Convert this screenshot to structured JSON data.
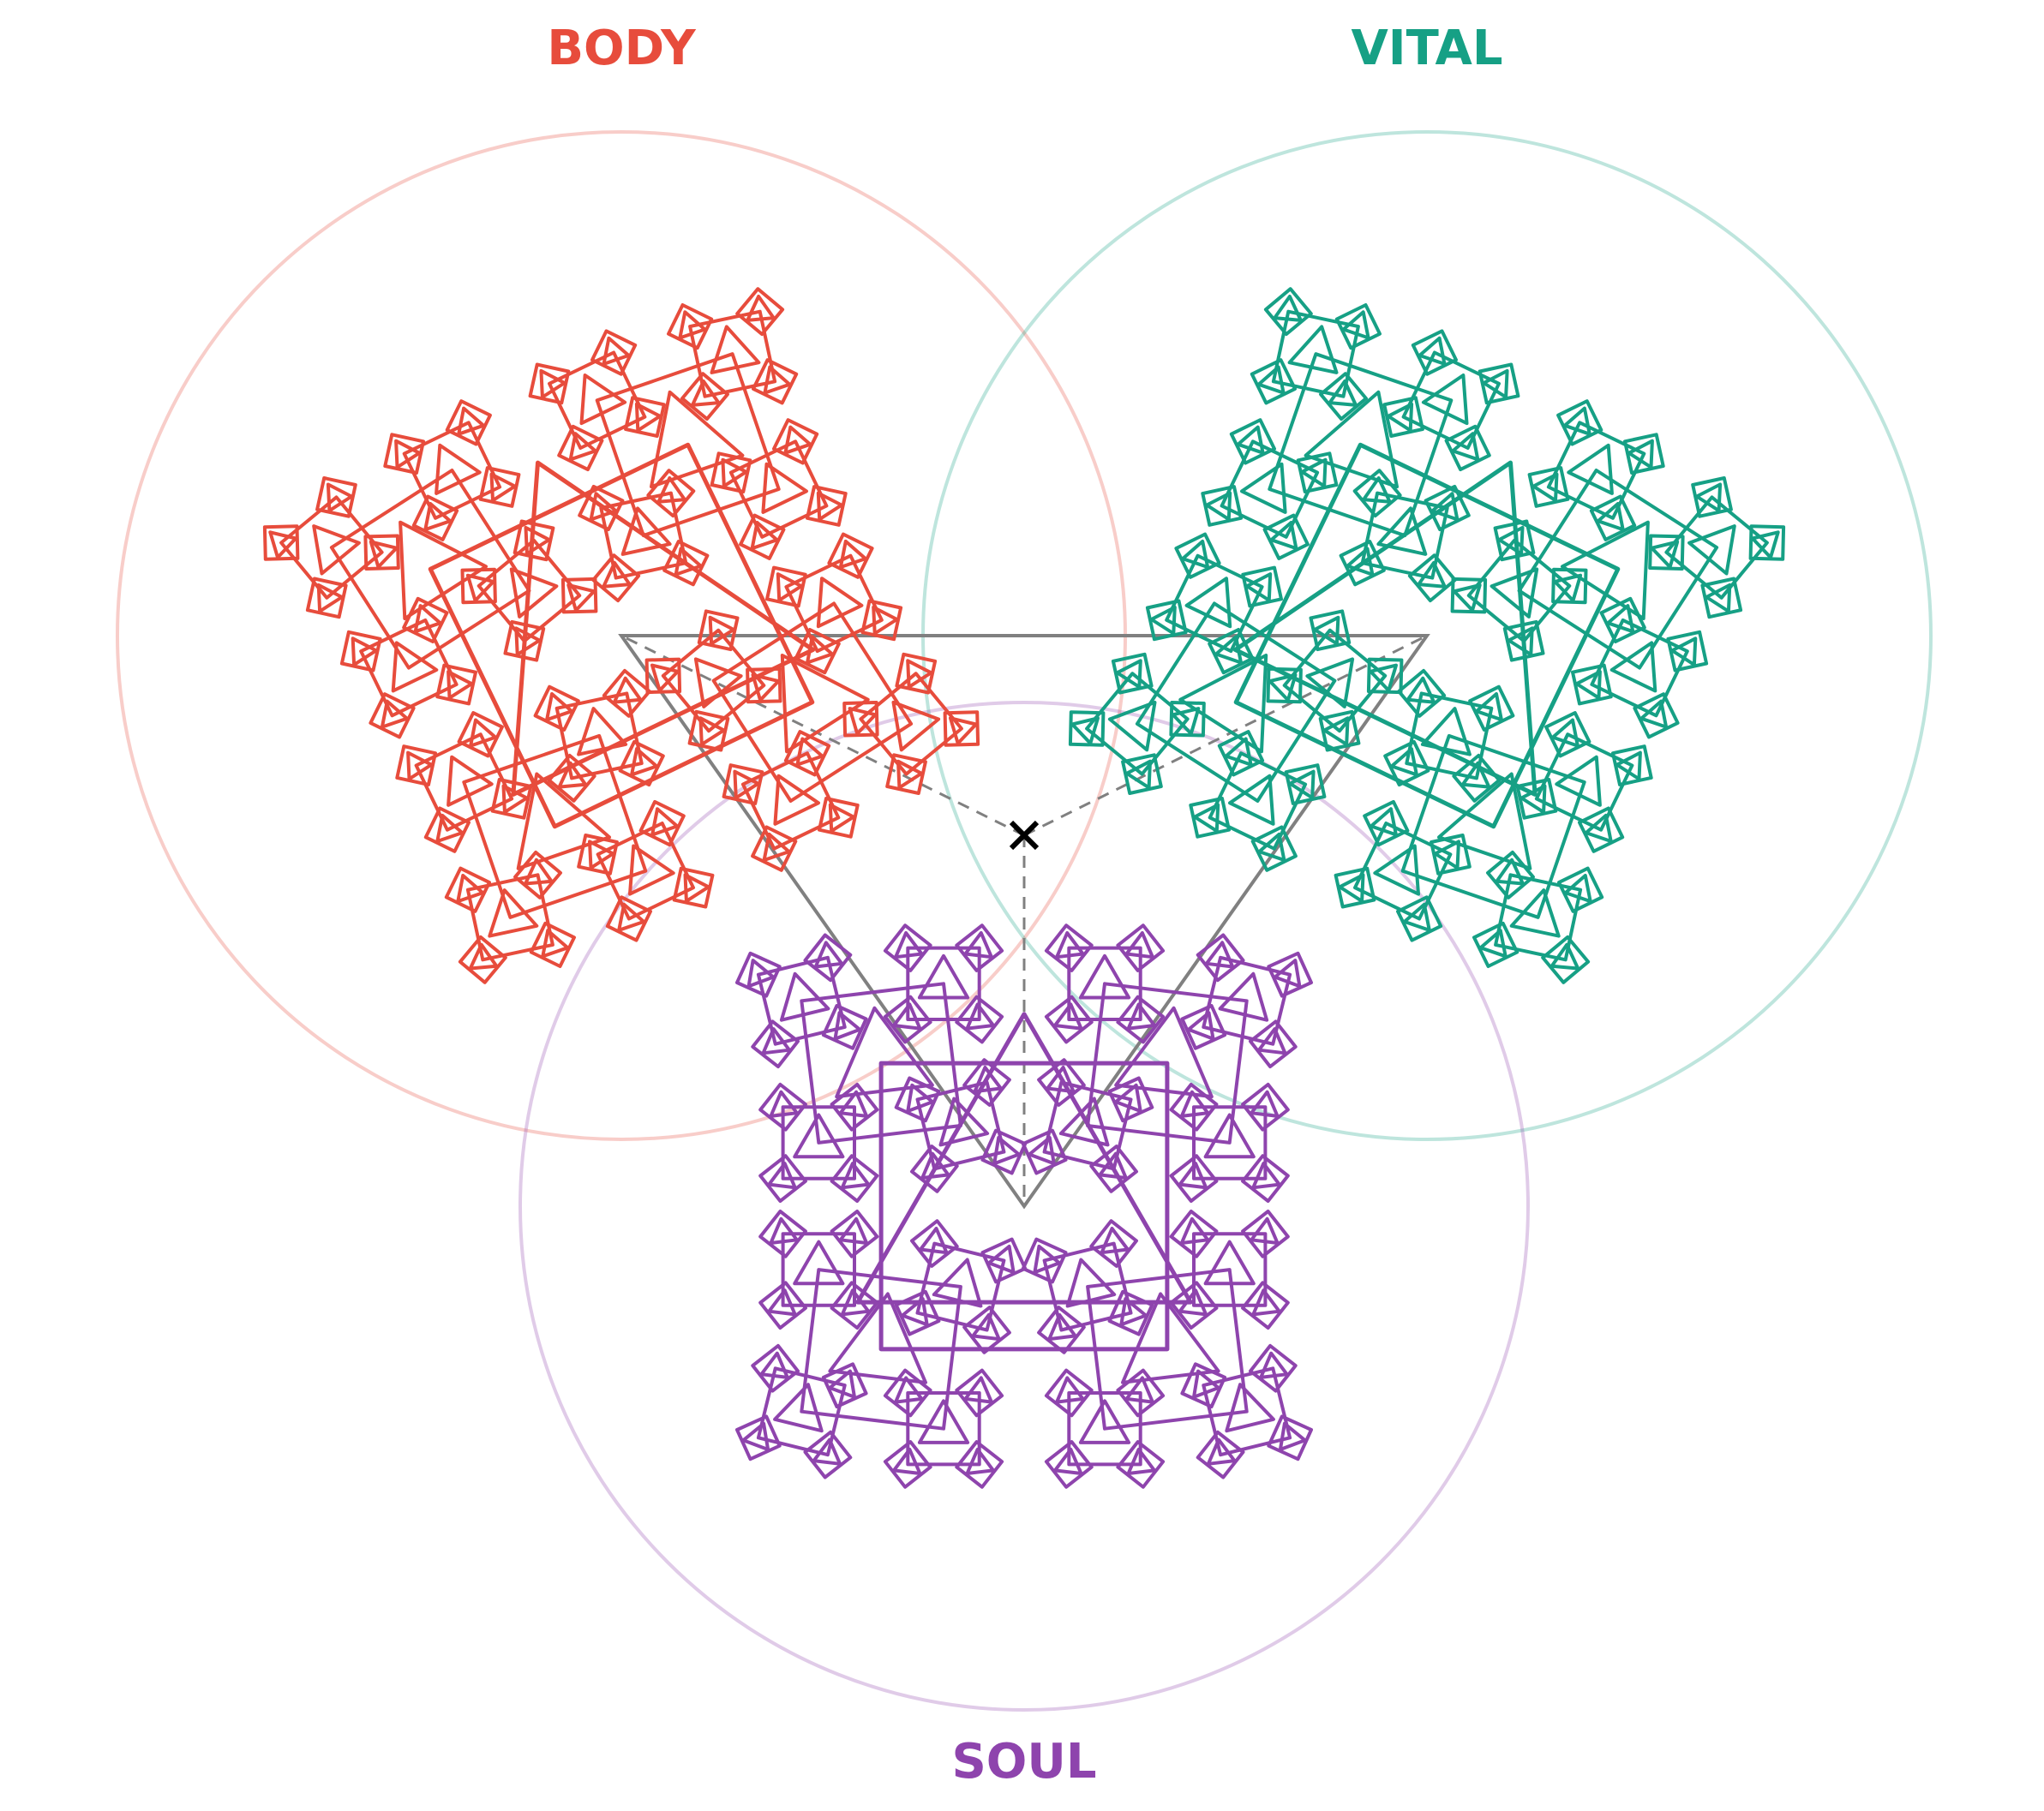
{
  "labels": {
    "body": "BODY",
    "vital": "VITAL",
    "soul": "SOUL"
  },
  "colors": {
    "body": "#e74c3c",
    "vital": "#16a085",
    "soul": "#8e44ad",
    "center_frame": "#808080",
    "center_marker": "#000000",
    "background": "#ffffff"
  },
  "recursion_depth": 4,
  "center_marker_glyph": "x-mark"
}
